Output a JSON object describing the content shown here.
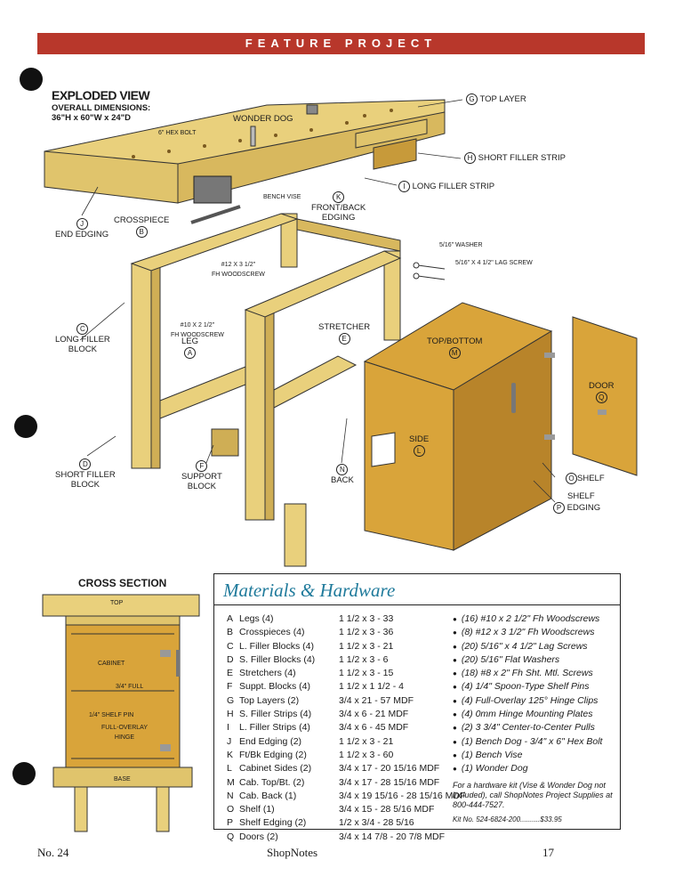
{
  "banner": "FEATURE PROJECT",
  "exploded": {
    "title": "EXPLODED VIEW",
    "subtitle_1": "OVERALL DIMENSIONS:",
    "subtitle_2": "36\"H x 60\"W x 24\"D"
  },
  "labels": {
    "top_layer": "TOP LAYER",
    "top_layer_letter": "G",
    "short_filler": "SHORT FILLER STRIP",
    "short_filler_letter": "H",
    "long_filler": "LONG FILLER STRIP",
    "long_filler_letter": "I",
    "wonder_dog": "WONDER DOG",
    "hex_bolt": "6\" HEX BOLT",
    "bench_vise": "BENCH VISE",
    "front_back_1": "FRONT/BACK",
    "front_back_2": "EDGING",
    "front_back_letter": "K",
    "end_edging": "END EDGING",
    "end_edging_letter": "J",
    "crosspiece": "CROSSPIECE",
    "crosspiece_letter": "B",
    "washer": "5/16\" WASHER",
    "lag_screw": "5/16\" x 4 1/2\" LAG SCREW",
    "woodscrew_12_1": "#12 x 3 1/2\"",
    "woodscrew_12_2": "Fh WOODSCREW",
    "woodscrew_10_1": "#10 x 2 1/2\"",
    "woodscrew_10_2": "Fh WOODSCREW",
    "long_filler_block_1": "LONG FILLER",
    "long_filler_block_2": "BLOCK",
    "long_filler_block_letter": "C",
    "leg": "LEG",
    "leg_letter": "A",
    "stretcher": "STRETCHER",
    "stretcher_letter": "E",
    "top_bottom": "TOP/BOTTOM",
    "top_bottom_letter": "M",
    "door": "DOOR",
    "door_letter": "Q",
    "side": "SIDE",
    "side_letter": "L",
    "short_filler_block_1": "SHORT FILLER",
    "short_filler_block_2": "BLOCK",
    "short_filler_block_letter": "D",
    "support_block_1": "SUPPORT",
    "support_block_2": "BLOCK",
    "support_block_letter": "F",
    "back": "BACK",
    "back_letter": "N",
    "shelf": "SHELF",
    "shelf_letter": "O",
    "shelf_edging_1": "SHELF",
    "shelf_edging_2": "EDGING",
    "shelf_edging_letter": "P"
  },
  "cross_section": {
    "title": "CROSS SECTION",
    "top": "TOP",
    "cabinet": "CABINET",
    "full": "3/4\" FULL",
    "shelf_pin": "1/4\" SHELF PIN",
    "hinge_1": "FULL-OVERLAY",
    "hinge_2": "HINGE",
    "base": "BASE"
  },
  "materials": {
    "title": "Materials & Hardware",
    "parts": [
      {
        "letter": "A",
        "name": "Legs (4)",
        "dim": "1 1/2 x 3 - 33"
      },
      {
        "letter": "B",
        "name": "Crosspieces (4)",
        "dim": "1 1/2 x 3 - 36"
      },
      {
        "letter": "C",
        "name": "L. Filler Blocks (4)",
        "dim": "1 1/2 x 3 - 21"
      },
      {
        "letter": "D",
        "name": "S. Filler Blocks (4)",
        "dim": "1 1/2 x 3 - 6"
      },
      {
        "letter": "E",
        "name": "Stretchers (4)",
        "dim": "1 1/2 x 3 - 15"
      },
      {
        "letter": "F",
        "name": "Suppt. Blocks (4)",
        "dim": "1 1/2 x 1 1/2 - 4"
      },
      {
        "letter": "G",
        "name": "Top Layers (2)",
        "dim": "3/4 x 21 - 57 MDF"
      },
      {
        "letter": "H",
        "name": "S. Filler Strips (4)",
        "dim": "3/4 x 6 - 21 MDF"
      },
      {
        "letter": "I",
        "name": "L. Filler Strips (4)",
        "dim": "3/4 x 6 - 45 MDF"
      },
      {
        "letter": "J",
        "name": "End Edging (2)",
        "dim": "1 1/2 x 3 - 21"
      },
      {
        "letter": "K",
        "name": "Ft/Bk Edging (2)",
        "dim": "1 1/2 x 3 - 60"
      },
      {
        "letter": "L",
        "name": "Cabinet Sides (2)",
        "dim": "3/4 x 17 - 20 15/16 MDF"
      },
      {
        "letter": "M",
        "name": "Cab. Top/Bt. (2)",
        "dim": "3/4 x 17 - 28 15/16 MDF"
      },
      {
        "letter": "N",
        "name": "Cab. Back (1)",
        "dim": "3/4 x 19 15/16 - 28 15/16 MDF"
      },
      {
        "letter": "O",
        "name": "Shelf (1)",
        "dim": "3/4 x 15 - 28 5/16 MDF"
      },
      {
        "letter": "P",
        "name": "Shelf Edging (2)",
        "dim": "1/2 x 3/4 - 28 5/16"
      },
      {
        "letter": "Q",
        "name": "Doors (2)",
        "dim": "3/4 x 14 7/8 - 20 7/8 MDF"
      }
    ],
    "hardware": [
      "(16) #10 x 2 1/2\" Fh Woodscrews",
      "(8) #12 x 3 1/2\" Fh Woodscrews",
      "(20) 5/16\" x 4 1/2\" Lag Screws",
      "(20) 5/16\" Flat Washers",
      "(18) #8 x 2\" Fh Sht. Mtl. Screws",
      "(4) 1/4\" Spoon-Type Shelf Pins",
      "(4) Full-Overlay 125° Hinge Clips",
      "(4) 0mm Hinge Mounting Plates",
      "(2) 3 3/4\" Center-to-Center Pulls",
      "(1) Bench Dog - 3/4\" x 6\" Hex Bolt",
      "(1) Bench Vise",
      "(1) Wonder Dog"
    ],
    "kit_note": "For a hardware kit (Vise & Wonder Dog not included), call ShopNotes Project Supplies at 800-444-7527.",
    "kit_no": "Kit No. 524-6824-200..........$33.95"
  },
  "footer": {
    "issue": "No. 24",
    "magazine": "ShopNotes",
    "page": "17"
  },
  "colors": {
    "banner": "#b8372b",
    "wood": "#e9d07c",
    "wood_dark": "#cfae55",
    "cabinet": "#d9a43a",
    "cabinet_dark": "#b8842a",
    "materials_title": "#1f7a9b"
  }
}
